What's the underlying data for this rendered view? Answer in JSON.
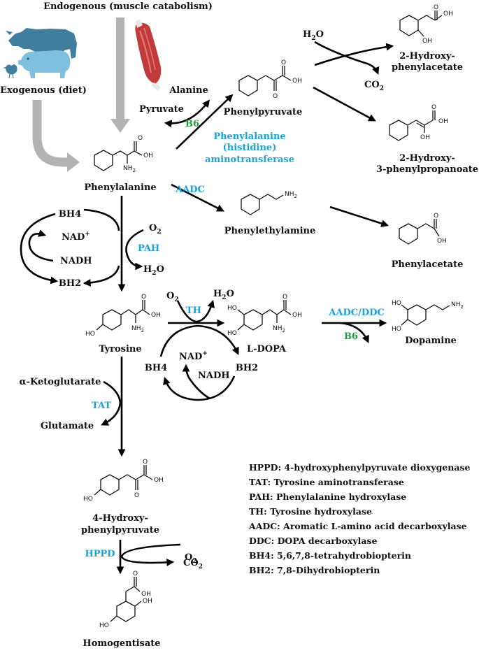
{
  "sources": {
    "endogenous": "Endogenous (muscle catabolism)",
    "exogenous": "Exogenous (diet)"
  },
  "compounds": {
    "phenylalanine": "Phenylalanine",
    "phenylpyruvate": "Phenylpyruvate",
    "hydroxyphenylacetate": [
      "2-Hydroxy-",
      "phenylacetate"
    ],
    "hydroxyphenylpropanoate": [
      "2-Hydroxy-",
      "3-phenylpropanoate"
    ],
    "phenylethylamine": "Phenylethylamine",
    "phenylacetate": "Phenylacetate",
    "tyrosine": "Tyrosine",
    "ldopa": "L-DOPA",
    "dopamine": "Dopamine",
    "hydroxyphenylpyruvate": [
      "4-Hydroxy-",
      "phenylpyruvate"
    ],
    "homogentisate": "Homogentisate",
    "alanine": "Alanine",
    "pyruvate": "Pyruvate",
    "alpha_ketoglutarate": "α-Ketoglutarate",
    "glutamate": "Glutamate"
  },
  "cofactors": {
    "bh4": "BH4",
    "bh2": "BH2",
    "nadh": "NADH",
    "nad_base": "NAD",
    "nad_sup": "+",
    "o2_base": "O",
    "co2_base": "CO",
    "h2o_h": "H",
    "h2o_o": "O",
    "sub2": "2",
    "b6": "B6"
  },
  "atoms": {
    "oh": "OH",
    "ho": "HO",
    "o": "O",
    "nh2": "NH",
    "sub2": "2"
  },
  "enzymes": {
    "pat": [
      "Phenylalanine",
      "(histidine)",
      "aminotransferase"
    ],
    "aadc": "AADC",
    "pah": "PAH",
    "th": "TH",
    "aadc_ddc": "AADC/DDC",
    "tat": "TAT",
    "hppd": "HPPD"
  },
  "legend": [
    "HPPD: 4-hydroxyphenylpyruvate dioxygenase",
    "TAT: Tyrosine aminotransferase",
    "PAH: Phenylalanine hydroxylase",
    "TH: Tyrosine hydroxylase",
    "AADC: Aromatic L-amino acid decarboxylase",
    "DDC: DOPA decarboxylase",
    "BH4: 5,6,7,8-tetrahydrobiopterin",
    "BH2: 7,8-Dihydrobiopterin"
  ],
  "colors": {
    "enzyme": "#1aa3d9",
    "vitamin": "#1f9a3c",
    "pterin": "#e02020",
    "source_arrow": "#b3b3b3",
    "animal": "#3f7f9d",
    "animal_light": "#7fc0de",
    "muscle": "#c23b3b"
  },
  "icons": [
    "cow-icon",
    "pig-icon",
    "chicken-icon",
    "muscle-icon"
  ]
}
